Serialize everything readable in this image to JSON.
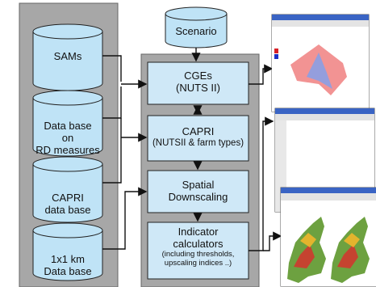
{
  "inputs": [
    {
      "label": "SAMs"
    },
    {
      "label": "Data base\non\nRD measures"
    },
    {
      "label": "CAPRI\ndata base"
    },
    {
      "label": "1x1 km\nData base"
    }
  ],
  "scenario": {
    "label": "Scenario"
  },
  "models": [
    {
      "title": "CGEs",
      "subtitle": "(NUTS II)"
    },
    {
      "title": "CAPRI",
      "subtitle": "(NUTSII & farm types)"
    },
    {
      "title": "Spatial",
      "subtitle": "Downscaling"
    },
    {
      "title": "Indicator\ncalculators",
      "subtitle": "(including thresholds,\nupscaling indices ..)"
    }
  ],
  "colors": {
    "panel": "#a7a7a7",
    "cylinder": "#bfe3f6",
    "box": "#cfe8f7",
    "border": "#222222"
  }
}
